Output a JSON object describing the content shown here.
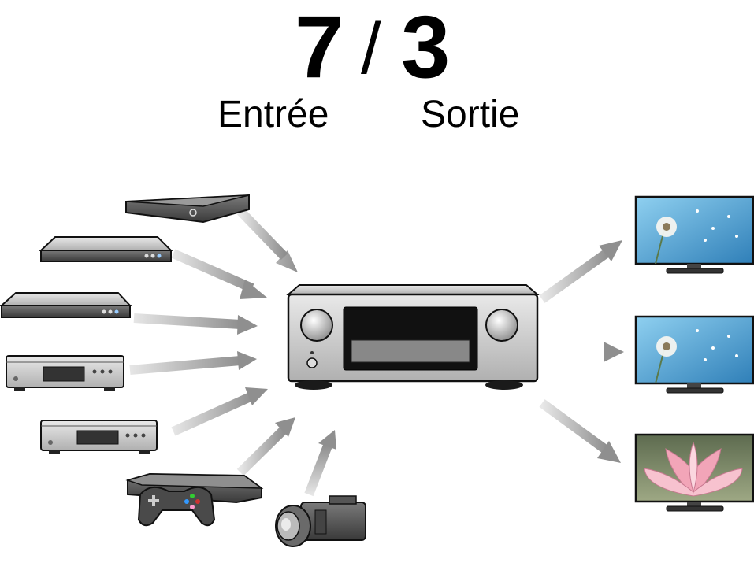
{
  "header": {
    "input_count": "7",
    "separator": "/",
    "output_count": "3",
    "input_label": "Entrée",
    "output_label": "Sortie"
  },
  "inputs": [
    {
      "name": "streaming-box"
    },
    {
      "name": "dvd-player"
    },
    {
      "name": "bluray-player"
    },
    {
      "name": "cd-player-1"
    },
    {
      "name": "cd-player-2"
    },
    {
      "name": "game-console"
    },
    {
      "name": "camcorder"
    }
  ],
  "outputs": [
    {
      "name": "tv-dandelion-1"
    },
    {
      "name": "tv-dandelion-2"
    },
    {
      "name": "tv-lotus"
    }
  ],
  "colors": {
    "arrow": "#9a9a9a",
    "device": "#c8c8c8",
    "outline": "#111111",
    "screen_sky": "#5aa9d6",
    "lotus": "#f2a5b8"
  }
}
